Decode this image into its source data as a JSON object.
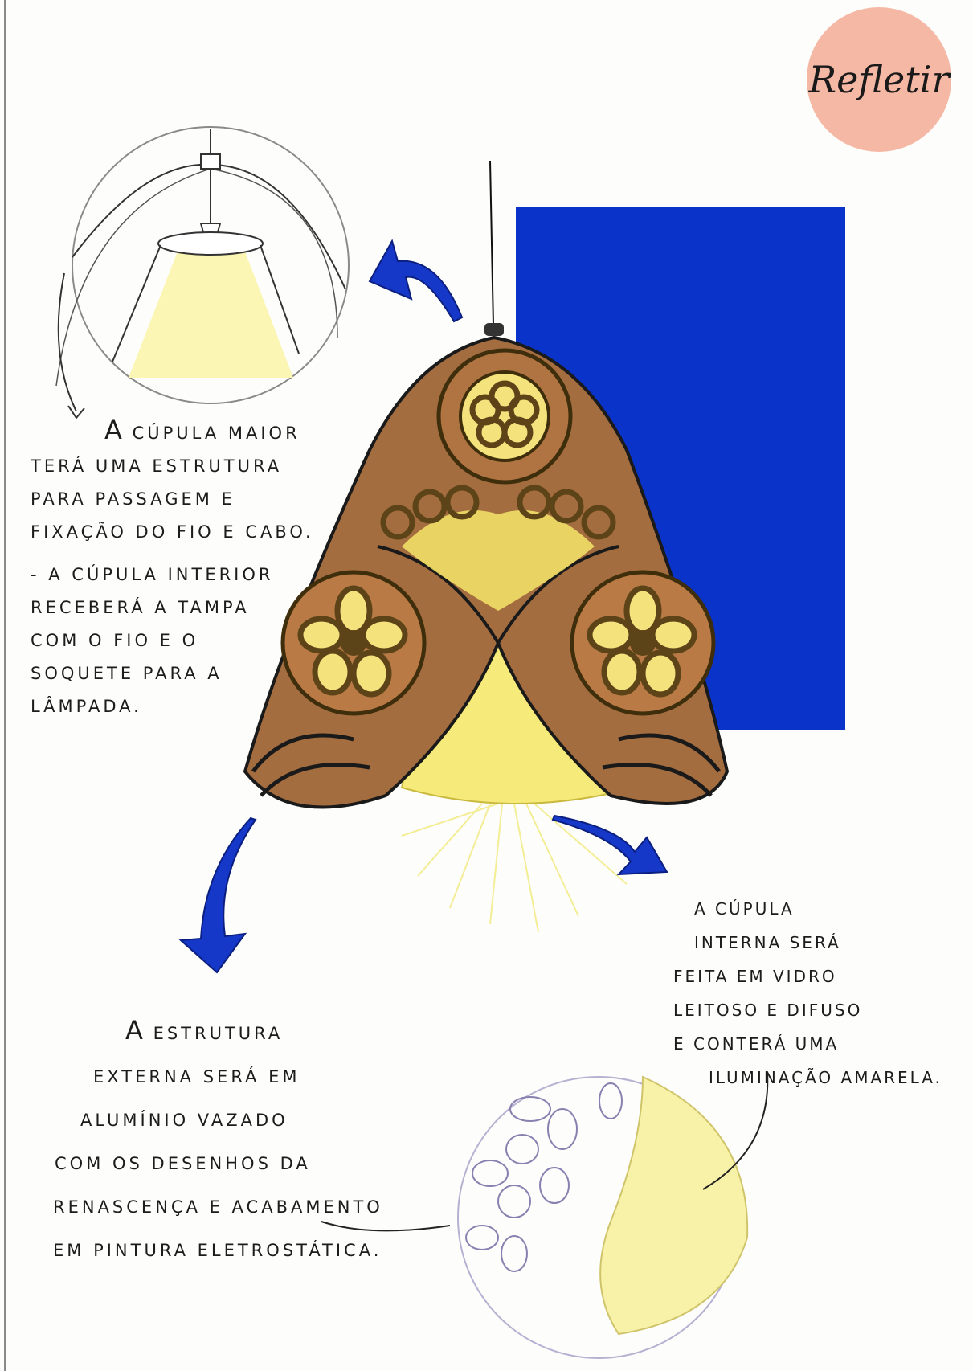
{
  "badge": {
    "label": "Refletir"
  },
  "notes": {
    "top_left": {
      "lead": "A",
      "first": " cúpula maior",
      "lines": [
        "terá uma estrutura",
        "para passagem e",
        "fixação  do fio e cabo."
      ],
      "lines2": [
        "- A cúpula interior",
        "receberá a tampa",
        "com o fio e o",
        "soquete para a",
        "lâmpada."
      ]
    },
    "bottom_left": {
      "lead": "A",
      "first": " estrutura",
      "lines": [
        "externa será em",
        "alumínio vazado",
        "com os desenhos da",
        "renascença e acabamento",
        "em pintura eletrostática."
      ]
    },
    "right": {
      "lines": [
        "A cúpula",
        "interna será",
        "feita em vidro",
        "leitoso e difuso",
        "e conterá uma",
        "iluminação amarela."
      ]
    }
  },
  "colors": {
    "blue_panel": "#0a33c9",
    "arrow_blue": "#1638c8",
    "shade_brown": "#9c6a3e",
    "shade_dark": "#5c4418",
    "glass_yellow": "#f6ea7a",
    "badge_peach": "#f5b8a4"
  },
  "icons": [
    "arrow-up-left-icon",
    "arrow-down-icon",
    "arrow-down-right-icon"
  ]
}
